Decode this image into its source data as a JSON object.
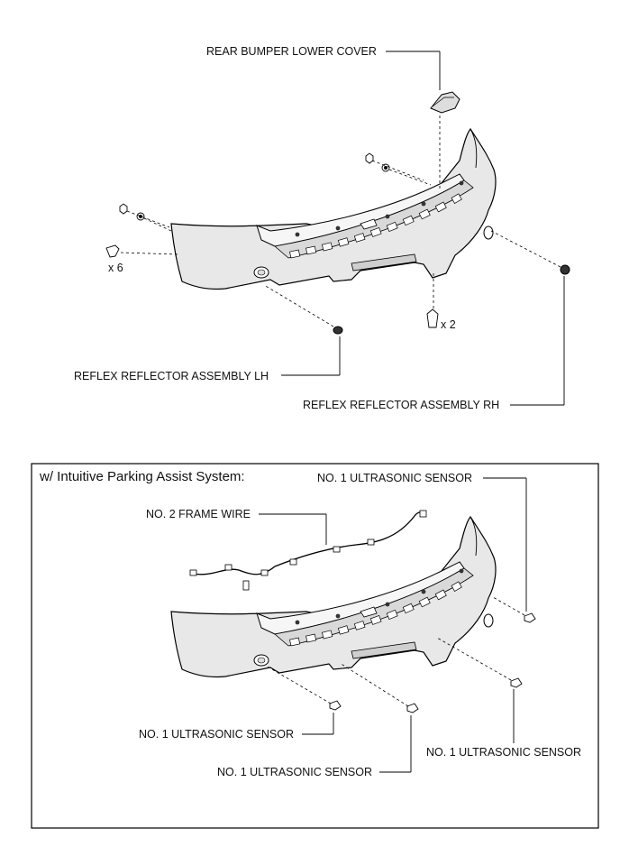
{
  "top_diagram": {
    "labels": {
      "rear_bumper_lower_cover": "REAR BUMPER LOWER COVER",
      "reflex_lh": "REFLEX REFLECTOR ASSEMBLY LH",
      "reflex_rh": "REFLEX REFLECTOR ASSEMBLY RH"
    },
    "quantities": {
      "clip_left": "x 6",
      "clip_bottom": "x 2"
    }
  },
  "bottom_diagram": {
    "title": "w/ Intuitive Parking Assist System:",
    "labels": {
      "sensor_top_right": "NO. 1 ULTRASONIC SENSOR",
      "frame_wire": "NO. 2 FRAME WIRE",
      "sensor_left": "NO. 1 ULTRASONIC SENSOR",
      "sensor_center": "NO. 1 ULTRASONIC SENSOR",
      "sensor_right": "NO. 1 ULTRASONIC SENSOR"
    }
  }
}
